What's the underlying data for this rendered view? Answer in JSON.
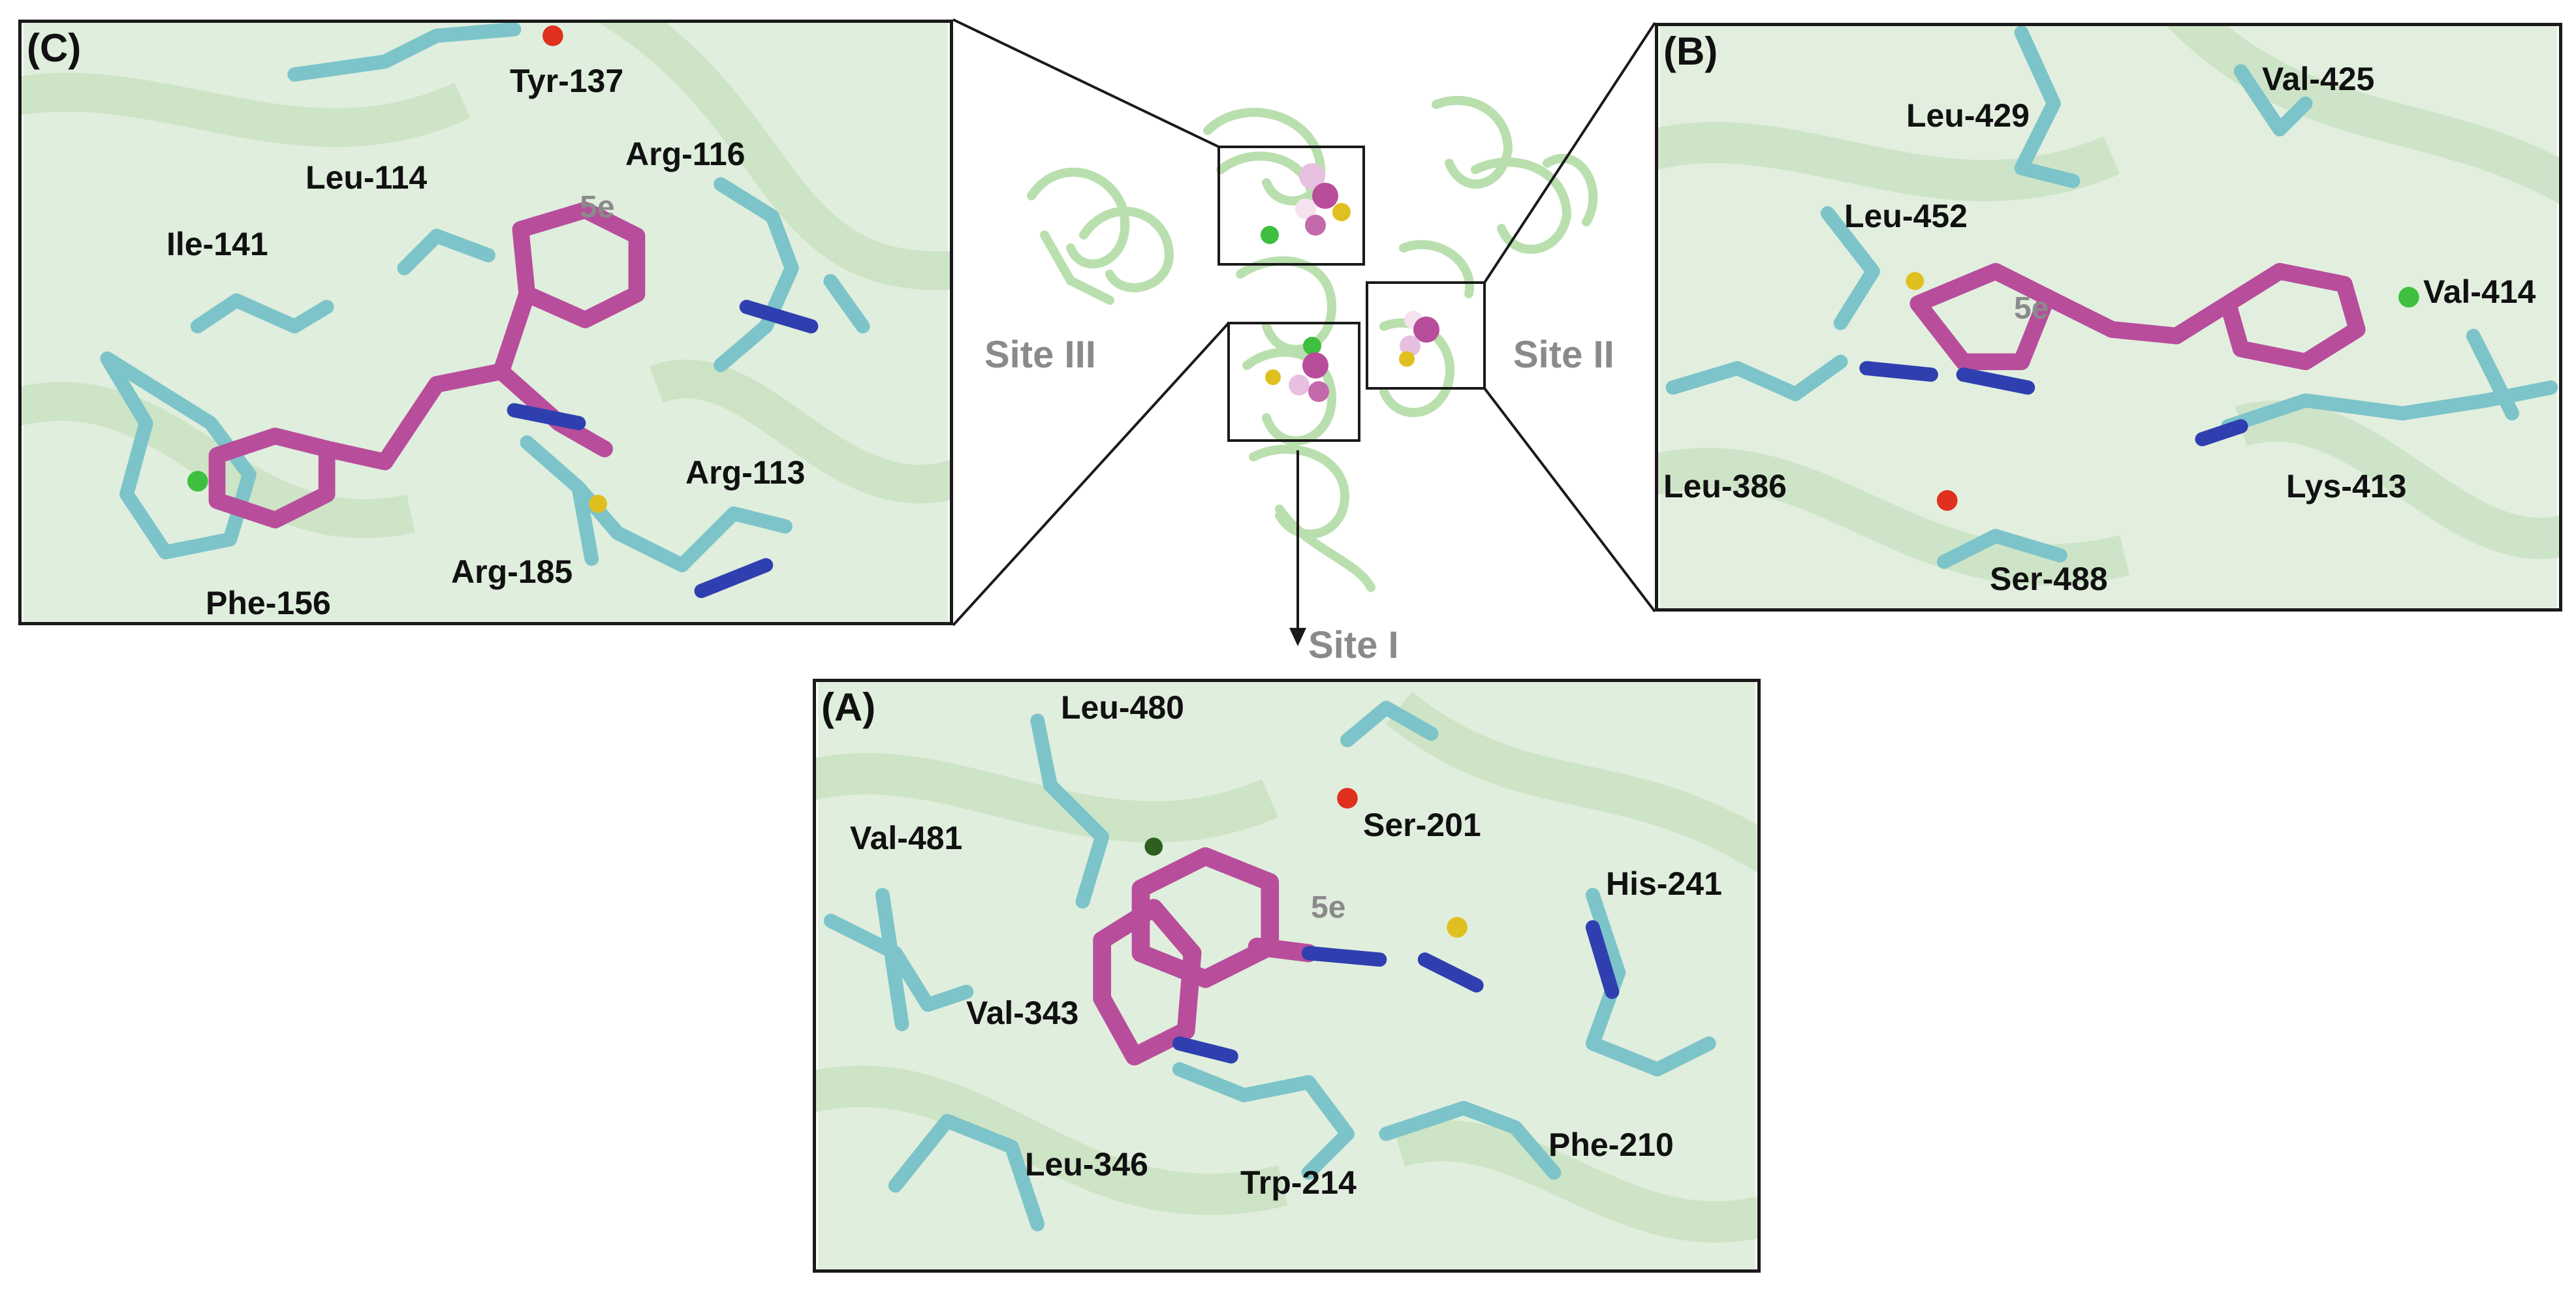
{
  "panel_c": {
    "letter": "(C)",
    "ligand": "5e",
    "residues": {
      "tyr137": "Tyr-137",
      "leu114": "Leu-114",
      "arg116": "Arg-116",
      "ile141": "Ile-141",
      "arg113": "Arg-113",
      "arg185": "Arg-185",
      "phe156": "Phe-156"
    }
  },
  "panel_b": {
    "letter": "(B)",
    "ligand": "5e",
    "residues": {
      "leu429": "Leu-429",
      "val425": "Val-425",
      "leu452": "Leu-452",
      "val414": "Val-414",
      "leu386": "Leu-386",
      "lys413": "Lys-413",
      "ser488": "Ser-488"
    }
  },
  "panel_a": {
    "letter": "(A)",
    "ligand": "5e",
    "residues": {
      "leu480": "Leu-480",
      "ser201": "Ser-201",
      "val481": "Val-481",
      "his241": "His-241",
      "val343": "Val-343",
      "leu346": "Leu-346",
      "trp214": "Trp-214",
      "phe210": "Phe-210"
    }
  },
  "overview": {
    "site_i": "Site I",
    "site_ii": "Site II",
    "site_iii": "Site III"
  },
  "colors": {
    "carbon_ligand": "#b84d9c",
    "carbon_residue": "#7cc4c9",
    "nitrogen": "#2f3fb0",
    "oxygen": "#e0301e",
    "sulfur": "#e0c020",
    "chlorine": "#3fbf3f",
    "protein": "#a9d89a"
  }
}
